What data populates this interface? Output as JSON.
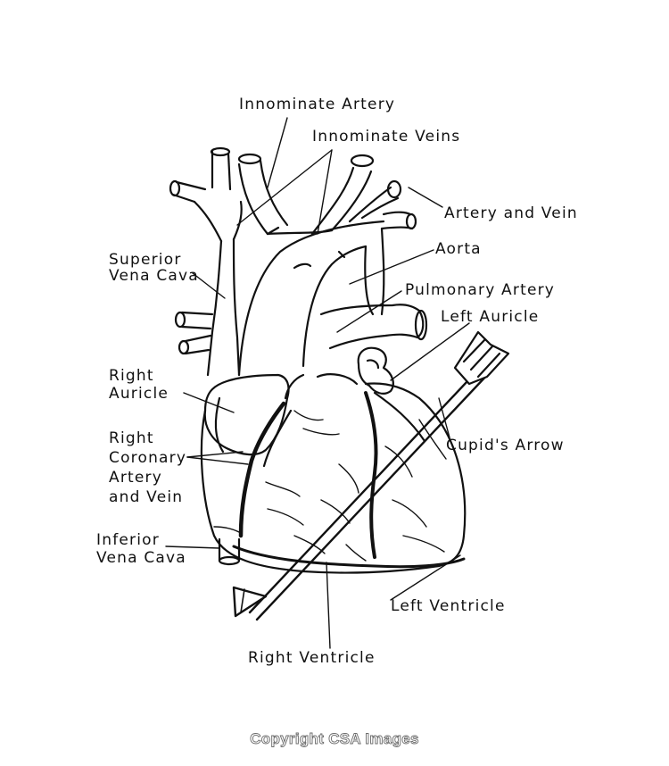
{
  "labels": {
    "innominate_artery": "Innominate Artery",
    "innominate_veins": "Innominate Veins",
    "artery_and_vein": "Artery and Vein",
    "aorta": "Aorta",
    "superior_vena_cava_1": "Superior",
    "superior_vena_cava_2": "Vena Cava",
    "pulmonary_artery": "Pulmonary Artery",
    "left_auricle": "Left Auricle",
    "right_auricle_1": "Right",
    "right_auricle_2": "Auricle",
    "cupids_arrow": "Cupid's Arrow",
    "right_coronary_1": "Right",
    "right_coronary_2": "Coronary",
    "right_coronary_3": "Artery",
    "right_coronary_4": "and Vein",
    "inferior_vena_cava_1": "Inferior",
    "inferior_vena_cava_2": "Vena Cava",
    "left_ventricle": "Left Ventricle",
    "right_ventricle": "Right Ventricle"
  },
  "watermark": "Copyright CSA Images",
  "colors": {
    "line": "#111111",
    "background": "#ffffff",
    "watermark_outline": "#6b6b6b"
  }
}
